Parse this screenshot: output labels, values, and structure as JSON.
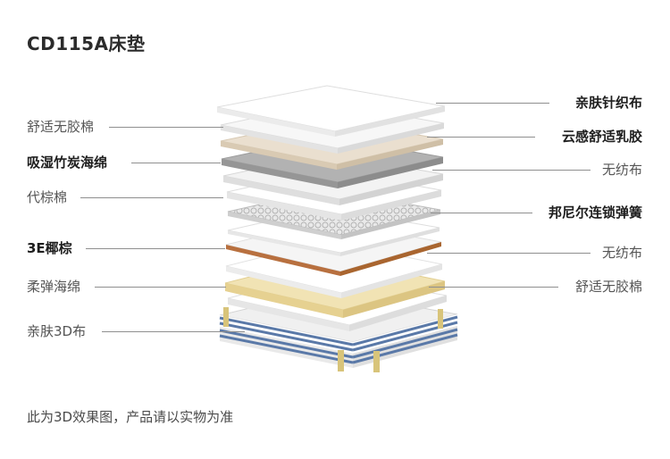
{
  "title": "CD115A床垫",
  "left_labels": [
    {
      "text": "舒适无胶棉"
    },
    {
      "text": "吸湿竹炭海绵"
    },
    {
      "text": "代棕棉"
    },
    {
      "text": "3E椰棕"
    },
    {
      "text": "柔弹海绵"
    },
    {
      "text": "亲肤3D布"
    }
  ],
  "right_labels": [
    {
      "text": "亲肤针织布"
    },
    {
      "text": "云感舒适乳胶"
    },
    {
      "text": "无纺布"
    },
    {
      "text": "邦尼尔连锁弹簧"
    },
    {
      "text": "无纺布"
    },
    {
      "text": "舒适无胶棉"
    }
  ],
  "footnote": "此为3D效果图，产品请以实物为准",
  "colors": {
    "knit": "#f6f6f6",
    "latex": "#eadfcf",
    "bamboo": "#a9a9a9",
    "spring": "#d6d6d6",
    "coir": "#b8703f",
    "foam": "#f1e3b4",
    "fabric_stripe": "#5a79a8"
  }
}
